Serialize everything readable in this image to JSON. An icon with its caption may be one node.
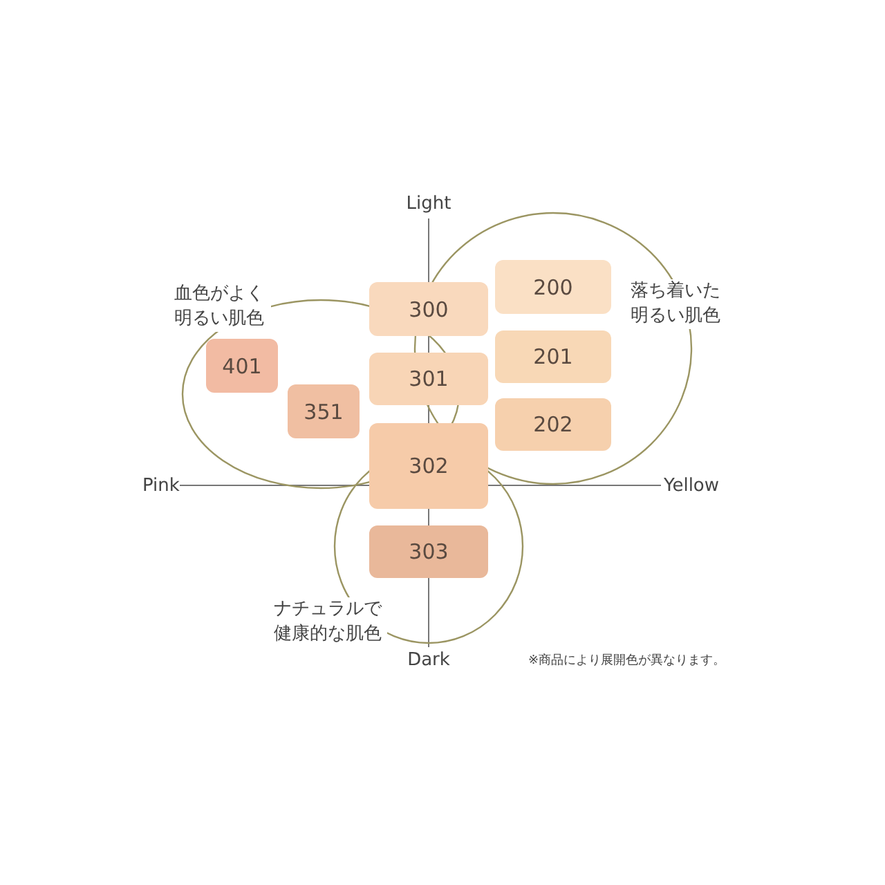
{
  "diagram": {
    "nodes": [
      {
        "text": [
          "300"
        ]
      },
      {
        "text": [
          "301"
        ]
      },
      {
        "text": [
          "302"
        ]
      },
      {
        "text": [
          "303"
        ]
      },
      {
        "text": [
          "401"
        ]
      },
      {
        "text": [
          "351"
        ]
      },
      {
        "text": [
          "200"
        ]
      },
      {
        "text": [
          "201"
        ]
      },
      {
        "text": [
          "202"
        ]
      }
    ],
    "labels": [
      "Light",
      "血色がよく明るい肌色",
      "落ち着いた明るい肌色",
      "Pink",
      "Yellow",
      "ナチュラルで健康的な肌色",
      "Dark",
      "※商品により展開色が異なります。"
    ]
  }
}
